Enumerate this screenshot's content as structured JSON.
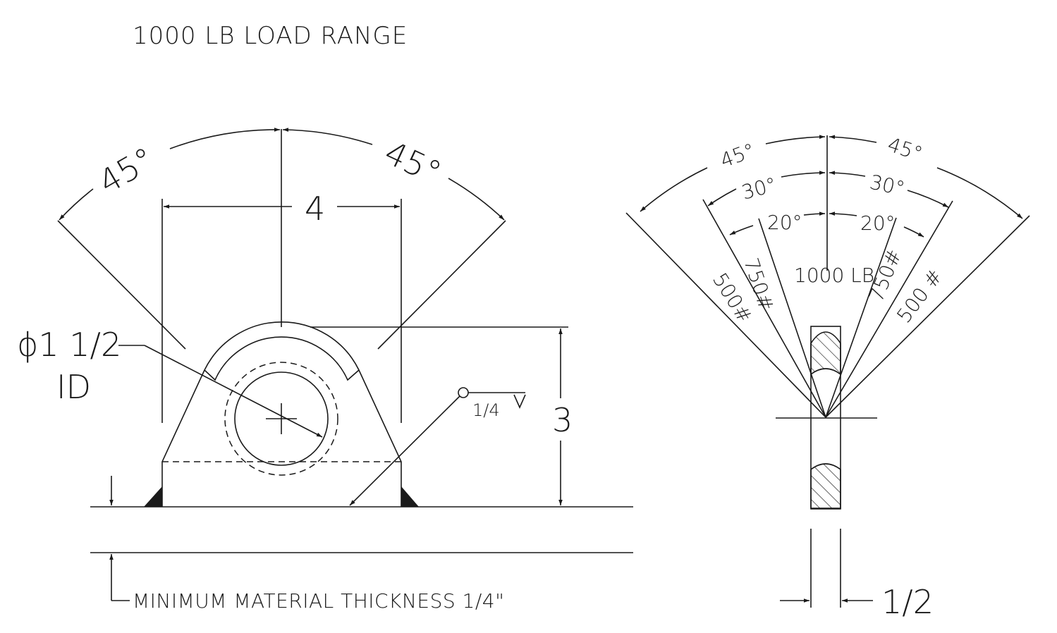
{
  "title": "1000 LB LOAD RANGE",
  "front_view": {
    "angle_left": "45°",
    "angle_right": "45°",
    "width_dim": "4",
    "height_dim": "3",
    "bore_dim_line1": "ϕ1 1/2",
    "bore_dim_line2": "ID",
    "weld_callout": "1/4"
  },
  "side_view": {
    "angle_45_left": "45°",
    "angle_45_right": "45°",
    "angle_30_left": "30°",
    "angle_30_right": "30°",
    "angle_20_left": "20°",
    "angle_20_right": "20°",
    "load_center": "1000 LB",
    "load_750_left": "750#",
    "load_750_right": "750#",
    "load_500_left": "500#",
    "load_500_right": "500 #",
    "thickness_dim": "1/2"
  },
  "note": "MINIMUM MATERIAL THICKNESS 1/4\""
}
